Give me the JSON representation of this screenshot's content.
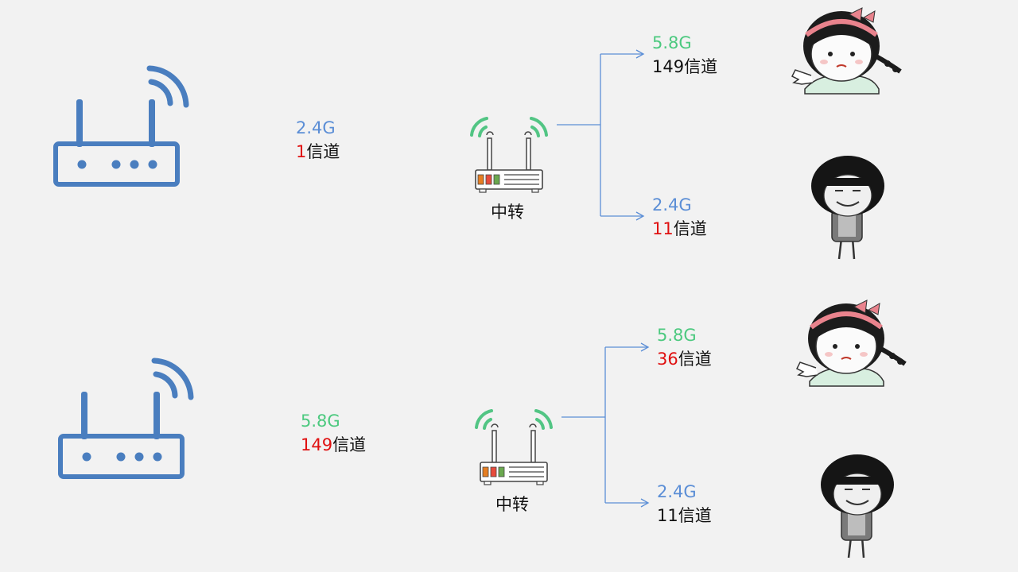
{
  "colors": {
    "router": "#4a7ebf",
    "relay_wave": "#52c584",
    "line": "#5b8ed6",
    "band_blue": "#5b8ed6",
    "band_green": "#4cc97f",
    "channel_red": "#e01010"
  },
  "scenarios": [
    {
      "main_router": {
        "icon": "router-icon"
      },
      "uplink": {
        "band": "2.4G",
        "channel_num": "1",
        "channel_suffix": "信道"
      },
      "relay": {
        "icon": "relay-router-icon",
        "label": "中转"
      },
      "clients": [
        {
          "band": "5.8G",
          "channel_num": "149",
          "channel_suffix": "信道",
          "avatar": "girl-avatar-icon"
        },
        {
          "band": "2.4G",
          "channel_num": "11",
          "channel_suffix": "信道",
          "avatar": "boy-avatar-icon"
        }
      ]
    },
    {
      "main_router": {
        "icon": "router-icon"
      },
      "uplink": {
        "band": "5.8G",
        "channel_num": "149",
        "channel_suffix": "信道"
      },
      "relay": {
        "icon": "relay-router-icon",
        "label": "中转"
      },
      "clients": [
        {
          "band": "5.8G",
          "channel_num": "36",
          "channel_suffix": "信道",
          "avatar": "girl-avatar-icon"
        },
        {
          "band": "2.4G",
          "channel_num": "11",
          "channel_suffix": "信道",
          "avatar": "boy-avatar-icon"
        }
      ]
    }
  ]
}
